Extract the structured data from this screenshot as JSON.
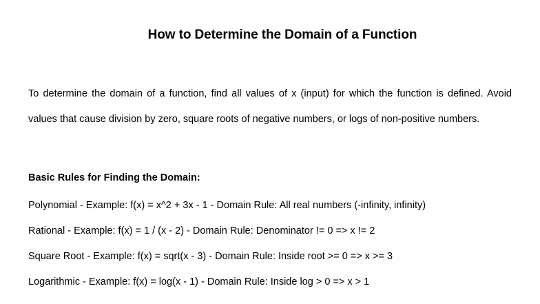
{
  "document": {
    "title": "How to Determine the Domain of a Function",
    "intro": "To determine the domain of a function, find all values of x (input) for which the function is defined. Avoid values that cause division by zero, square roots of negative numbers, or logs of non-positive numbers.",
    "rules_heading": "Basic Rules for Finding the Domain:",
    "rules": [
      {
        "text": "Polynomial - Example: f(x) = x^2 + 3x - 1 - Domain Rule: All real numbers (-infinity, infinity)"
      },
      {
        "text": "Rational - Example: f(x) = 1 / (x - 2) - Domain Rule: Denominator != 0 => x != 2"
      },
      {
        "text": "Square Root - Example: f(x) = sqrt(x - 3) - Domain Rule: Inside root >= 0 => x >= 3"
      },
      {
        "text": "Logarithmic - Example: f(x) = log(x - 1) - Domain Rule: Inside log > 0 => x > 1"
      }
    ]
  }
}
